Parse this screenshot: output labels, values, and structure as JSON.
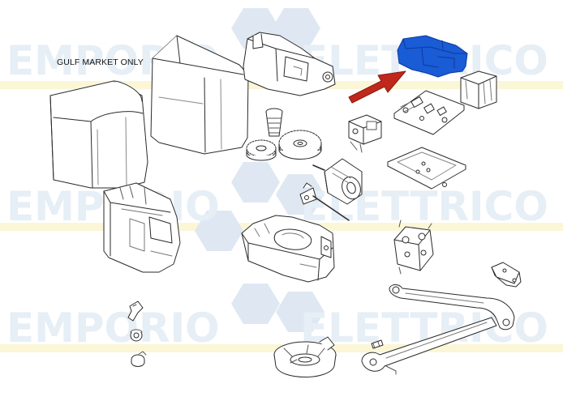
{
  "diagram": {
    "note": "GULF MARKET ONLY",
    "watermark": [
      "EMPORIO",
      "ELETTRICO"
    ],
    "colors": {
      "line": "#2a2a2a",
      "highlight": "#1a5bd6",
      "highlight_dark": "#0d3a9a",
      "arrow": "#c0281c",
      "watermark": "#e6eef6",
      "watermark_hex": "#d9e4f0",
      "watermark_band": "#fbf6d6"
    },
    "highlighted_part": "control-unit-cover",
    "parts": [
      "cover-large",
      "cover-small",
      "base-housing-top",
      "control-unit-cover",
      "transformer",
      "circuit-board",
      "connector-block",
      "mounting-plate",
      "worm-gear",
      "gear-wheel-small",
      "gear-wheel-large",
      "motor",
      "lever-rod",
      "gearbox-frame",
      "base-housing-bottom",
      "bracket",
      "release-clip",
      "spring",
      "knob",
      "lower-housing-round",
      "fork-bracket",
      "articulated-arm",
      "straight-arm",
      "pin-bolt"
    ]
  }
}
